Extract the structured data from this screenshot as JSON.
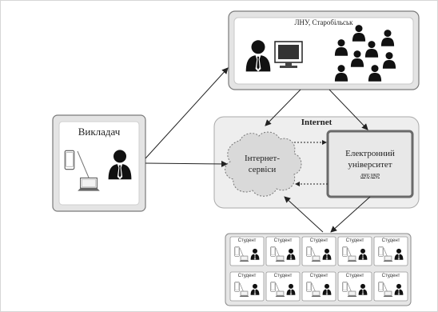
{
  "lnu_box": {
    "title": "ЛНУ, Старобільськ"
  },
  "teacher_box": {
    "title": "Викладач"
  },
  "internet_box": {
    "title": "Internet"
  },
  "cloud": {
    "line1": "Інтернет-",
    "line2": "сервіси"
  },
  "euniversity": {
    "line1": "Електронний",
    "line2": "університет",
    "url": "лну.укр"
  },
  "students": {
    "cell_label": "Студент",
    "rows": [
      [
        "Студент",
        "Студент",
        "Студент",
        "Студент",
        "Студент"
      ],
      [
        "Студент",
        "Студент",
        "Студент",
        "Студент",
        "Студент"
      ]
    ]
  },
  "icons": {
    "teacher": "person-icon",
    "computer": "monitor-icon",
    "phone": "smartphone-icon",
    "laptop": "laptop-icon",
    "students_group": "people-group-icon"
  }
}
